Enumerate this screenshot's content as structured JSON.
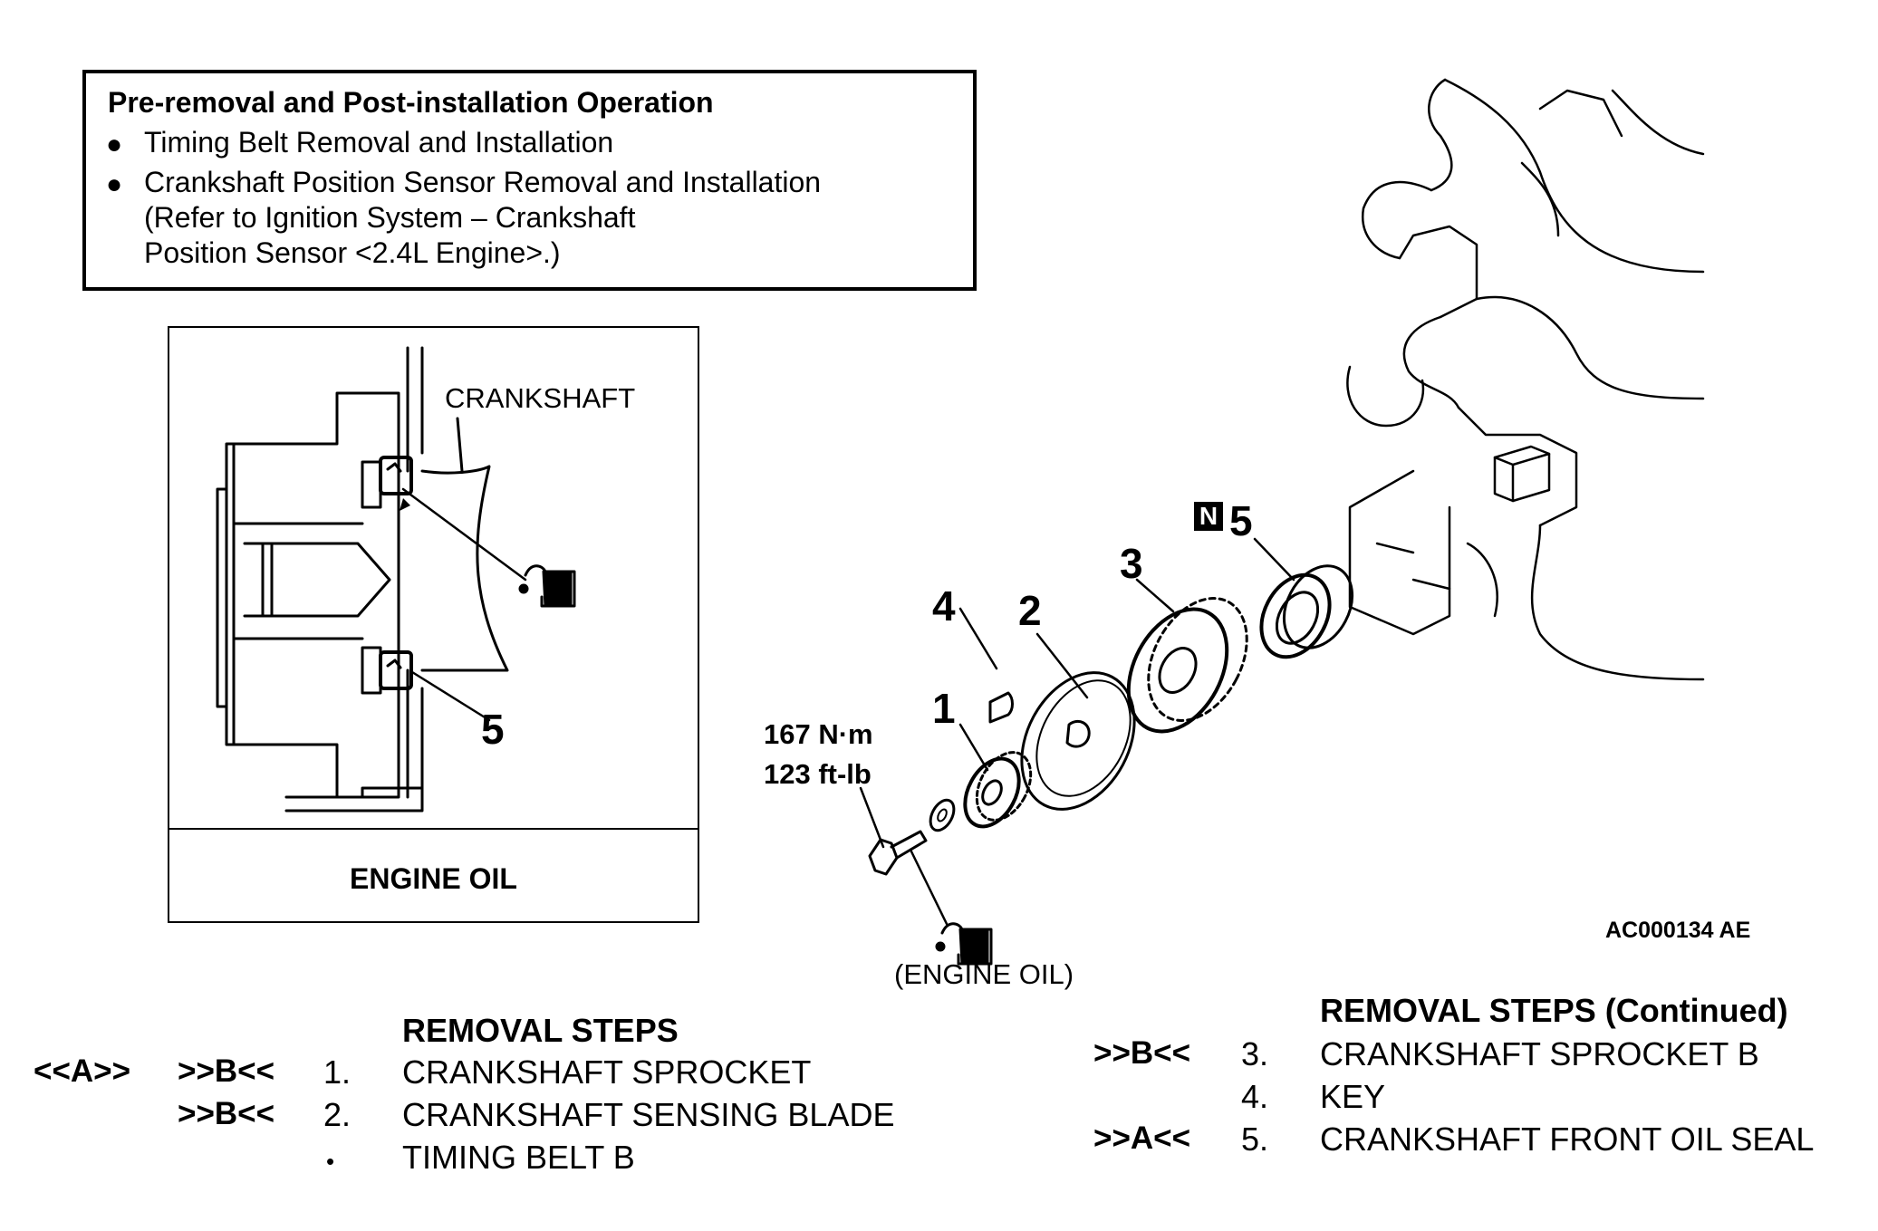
{
  "pre_removal": {
    "title": "Pre-removal and Post-installation Operation",
    "items": [
      "Timing Belt Removal and Installation",
      "Crankshaft Position Sensor Removal and Installation",
      "(Refer to Ignition System – Crankshaft",
      "Position Sensor <2.4L Engine>.)"
    ]
  },
  "detail": {
    "crankshaft_label": "CRANKSHAFT",
    "callout_5": "5",
    "caption": "ENGINE OIL"
  },
  "exploded": {
    "callouts": [
      "1",
      "2",
      "3",
      "4",
      "5"
    ],
    "new_part_mark": "N",
    "torque_nm": "167 N·m",
    "torque_ftlb": "123 ft-lb",
    "engine_oil_note": "(ENGINE OIL)",
    "figure_code": "AC000134 AE"
  },
  "removal_steps": {
    "heading": "REMOVAL STEPS",
    "steps": [
      {
        "pre": "<<A>>",
        "post": ">>B<<",
        "num": "1.",
        "name": "CRANKSHAFT SPROCKET"
      },
      {
        "pre": "",
        "post": ">>B<<",
        "num": "2.",
        "name": "CRANKSHAFT SENSING BLADE"
      },
      {
        "pre": "",
        "post": "",
        "num": "•",
        "name": "TIMING BELT B"
      }
    ]
  },
  "removal_steps_continued": {
    "heading": "REMOVAL STEPS (Continued)",
    "steps": [
      {
        "post": ">>B<<",
        "num": "3.",
        "name": "CRANKSHAFT SPROCKET B"
      },
      {
        "post": "",
        "num": "4.",
        "name": "KEY"
      },
      {
        "post": ">>A<<",
        "num": "5.",
        "name": "CRANKSHAFT FRONT OIL SEAL"
      }
    ]
  }
}
